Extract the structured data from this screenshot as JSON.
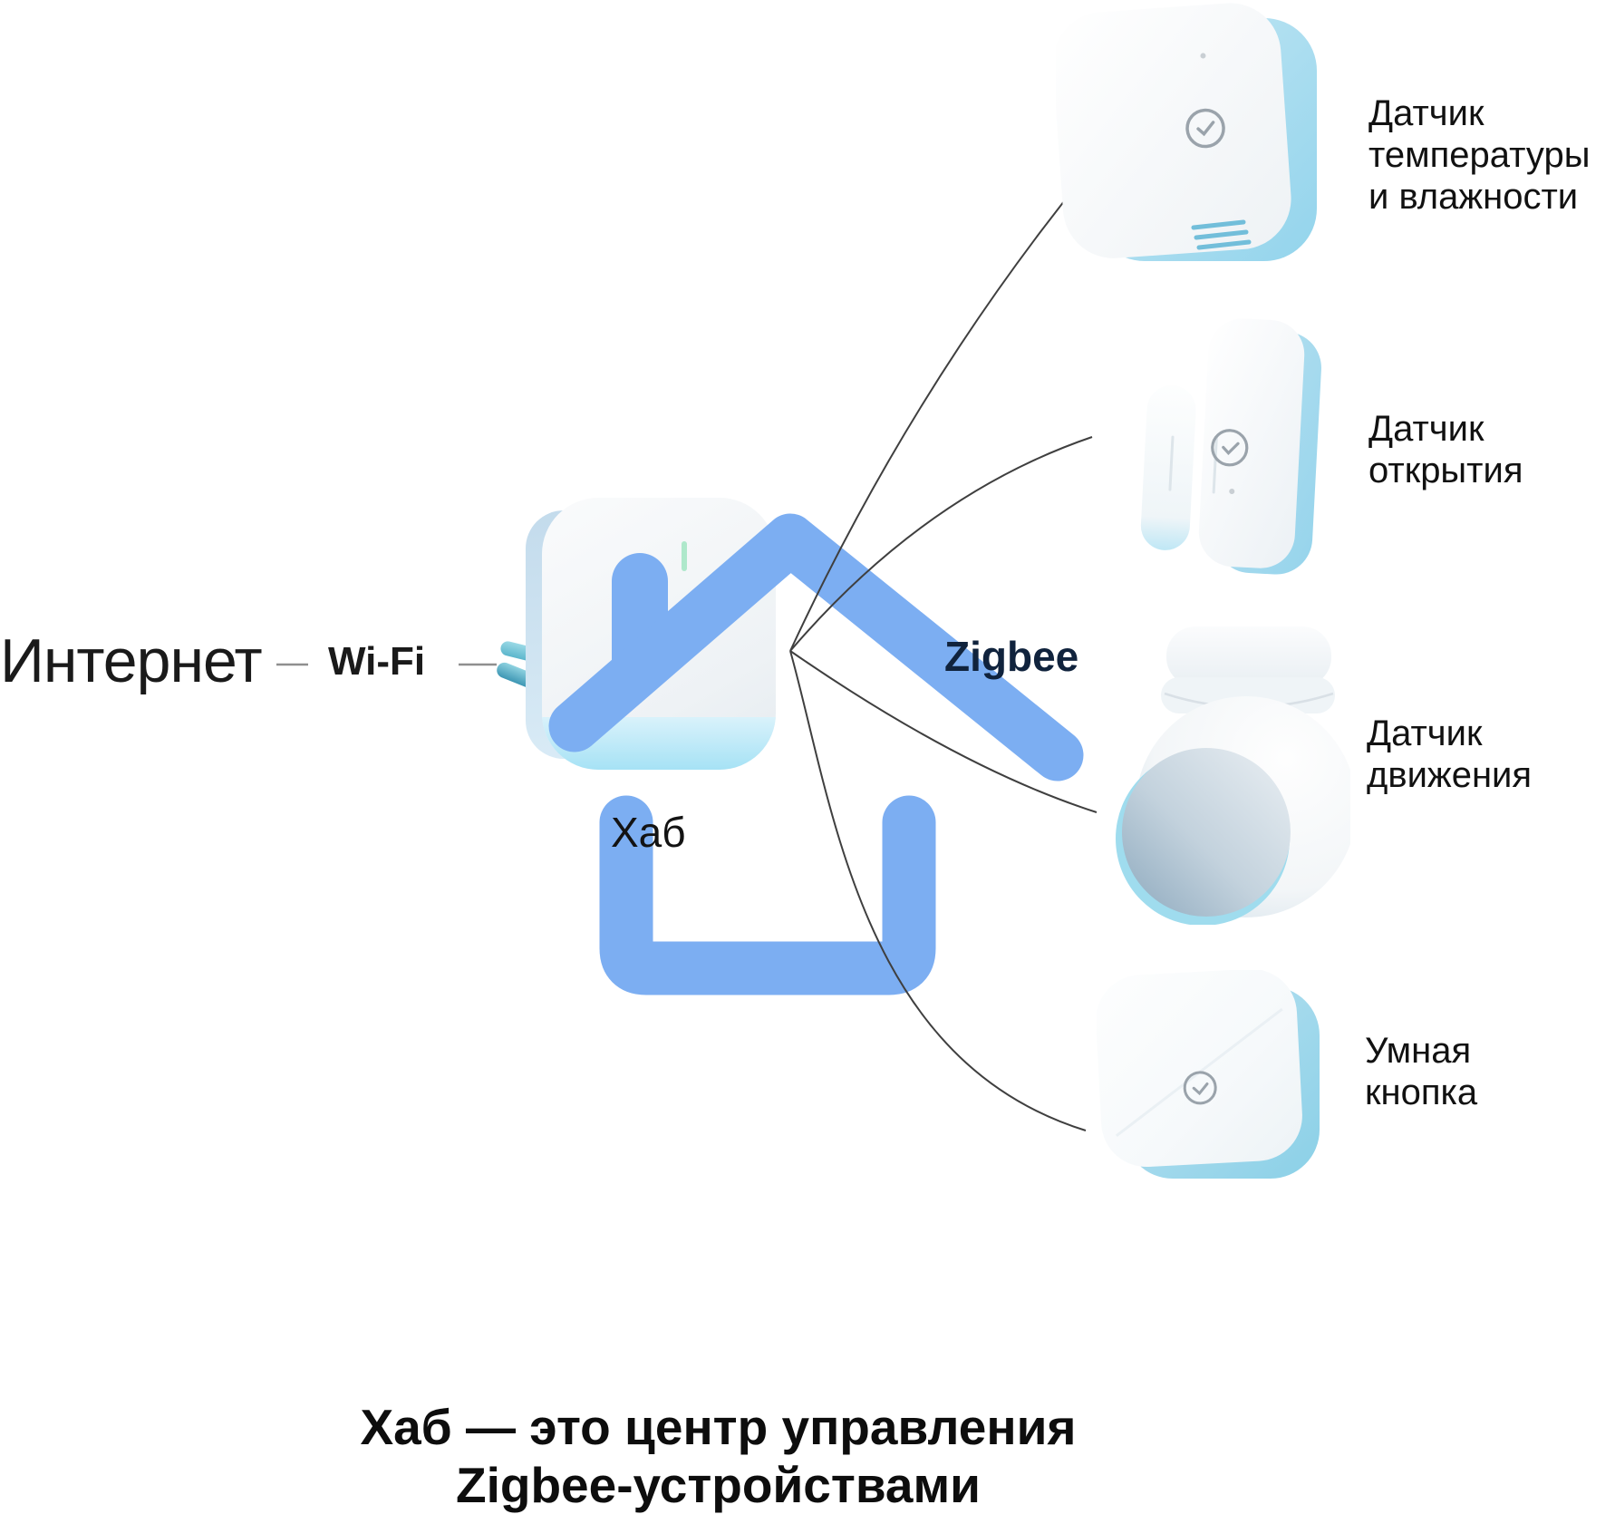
{
  "diagram": {
    "internet_label": "Интернет",
    "wifi_label": "Wi-Fi",
    "hub_label": "Хаб",
    "zigbee_label": "Zigbee",
    "caption": "Хаб — это центр управления\nZigbee-устройствами",
    "devices": [
      {
        "id": "temp-humidity-sensor",
        "label": "Датчик\nтемпературы\nи влажности"
      },
      {
        "id": "opening-sensor",
        "label": "Датчик\nоткрытия"
      },
      {
        "id": "motion-sensor",
        "label": "Датчик\nдвижения"
      },
      {
        "id": "smart-button",
        "label": "Умная\nкнопка"
      }
    ],
    "colors": {
      "house_blue": "#7caef2",
      "device_side_blue": "#a9dcef",
      "hub_bottom_cyan": "#a6e2f5",
      "led_green": "#aee8cb",
      "plug_teal": "#6cc0d2",
      "connector_line": "#3f3f3f",
      "dash_grey": "#8f8f8f",
      "logo_grey": "#9aa3ab"
    }
  }
}
